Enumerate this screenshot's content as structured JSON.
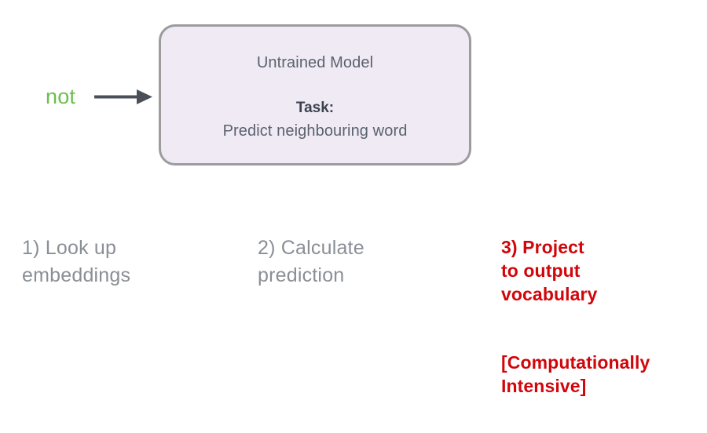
{
  "input": {
    "word": "not",
    "color": "#6ABF4B"
  },
  "arrow": {
    "icon": "arrow-right-icon",
    "color": "#4A4F58"
  },
  "model_box": {
    "title": "Untrained Model",
    "task_label": "Task:",
    "task_value": "Predict neighbouring word",
    "fill_color": "#EFEAF4",
    "border_color": "#9C9C9C",
    "text_color": "#5B626E"
  },
  "steps": [
    {
      "id": "lookup",
      "text": "1) Look up\nembeddings",
      "emphasis": false,
      "color": "#8A8F96"
    },
    {
      "id": "predict",
      "text": "2) Calculate\nprediction",
      "emphasis": false,
      "color": "#8A8F96"
    },
    {
      "id": "project",
      "text": "3) Project\nto output\nvocabulary",
      "emphasis": true,
      "color": "#D0060B"
    },
    {
      "id": "note",
      "text": "[Computationally\nIntensive]",
      "emphasis": true,
      "color": "#D0060B"
    }
  ],
  "page": {
    "background_color": "#FFFFFF"
  }
}
